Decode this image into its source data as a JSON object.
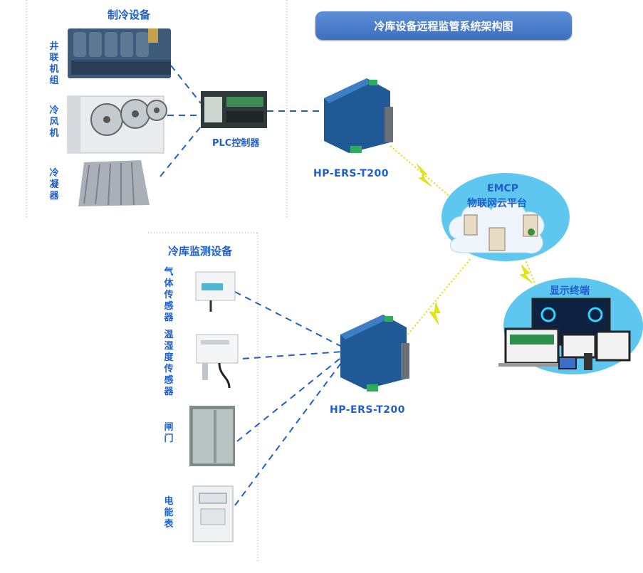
{
  "title": "冷库设备远程监管系统架构图",
  "refrigeration": {
    "section_title": "制冷设备",
    "items": [
      "井联机组",
      "冷风机",
      "冷凝器"
    ],
    "plc_label": "PLC控制器"
  },
  "monitoring": {
    "section_title": "冷库监测设备",
    "items": [
      "气体传感器",
      "温湿度传感器",
      "闸门",
      "电能表"
    ]
  },
  "gateways": [
    "HP-ERS-T200",
    "HP-ERS-T200"
  ],
  "cloud": {
    "line1": "EMCP",
    "line2": "物联网云平台"
  },
  "display": {
    "label": "显示终端"
  },
  "colors": {
    "accent": "#1f5fc9",
    "title_bg": "#4a7ccc",
    "cloud_bg": "#5ec7f0",
    "line": "#1f5fc9",
    "wireless": "#e0e000"
  }
}
